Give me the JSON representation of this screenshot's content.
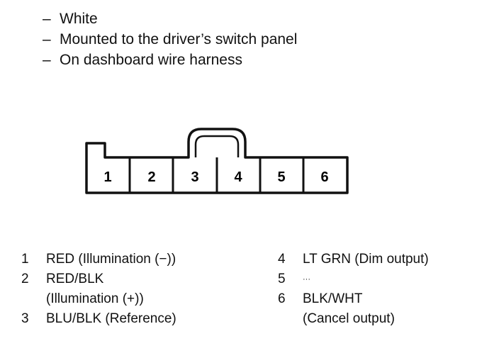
{
  "notes": [
    "White",
    "Mounted to the driver’s switch panel",
    "On dashboard wire harness"
  ],
  "note_dash": "–",
  "connector": {
    "cells": [
      "1",
      "2",
      "3",
      "4",
      "5",
      "6"
    ]
  },
  "pins_left": [
    {
      "num": "1",
      "line1": "RED (Illumination (−))",
      "line2": ""
    },
    {
      "num": "2",
      "line1": "RED/BLK",
      "line2": "(Illumination (+))"
    },
    {
      "num": "3",
      "line1": "BLU/BLK (Reference)",
      "line2": ""
    }
  ],
  "pins_right": [
    {
      "num": "4",
      "line1": "LT GRN (Dim output)",
      "line2": ""
    },
    {
      "num": "5",
      "line1": "···",
      "line2": ""
    },
    {
      "num": "6",
      "line1": "BLK/WHT",
      "line2": "(Cancel output)"
    }
  ]
}
